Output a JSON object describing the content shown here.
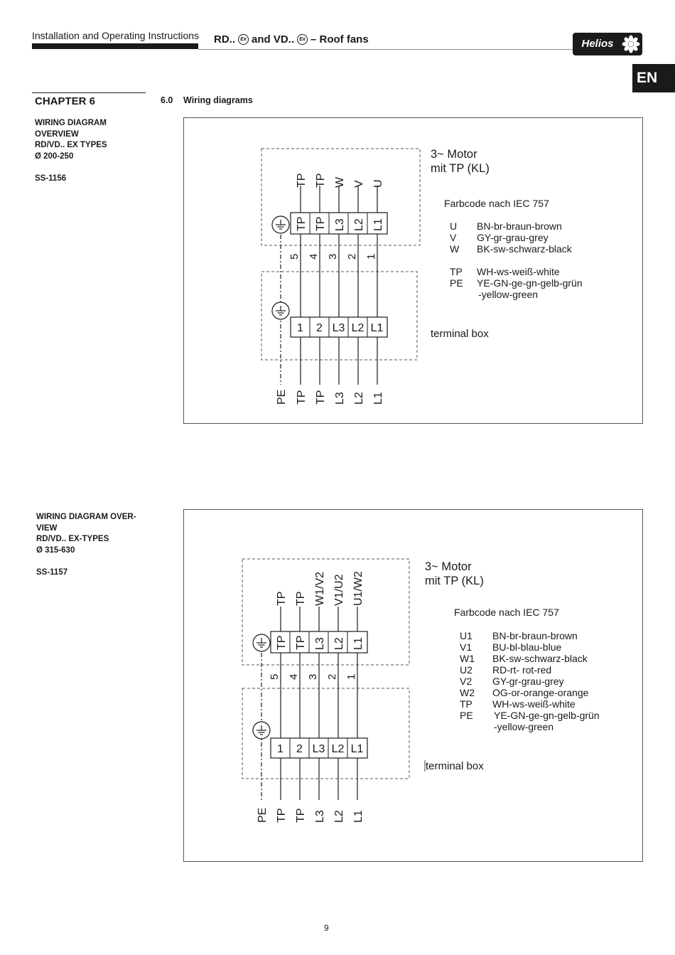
{
  "header": {
    "left_text": "Installation and Operating Instructions",
    "title_part1": "RD..",
    "title_part2": "and VD..",
    "title_part3": "– Roof fans",
    "ex_symbol": "Ex",
    "logo_text": "Helios",
    "language_tab": "EN"
  },
  "chapter": {
    "label": "CHAPTER 6",
    "section_number": "6.0",
    "section_title": "Wiring diagrams"
  },
  "diagrams": [
    {
      "side_lines": [
        "WIRING DIAGRAM",
        "OVERVIEW",
        "RD/VD.. EX TYPES",
        "Ø 200-250"
      ],
      "code": "SS-1156",
      "motor_title_1": "3~ Motor",
      "motor_title_2": "mit TP (KL)",
      "farbcode_title": "Farbcode nach IEC 757",
      "color_codes": [
        {
          "code": "U",
          "desc": "BN-br-braun-brown"
        },
        {
          "code": "V",
          "desc": "GY-gr-grau-grey"
        },
        {
          "code": "W",
          "desc": "BK-sw-schwarz-black"
        },
        {
          "code": "TP",
          "desc": "WH-ws-weiß-white"
        },
        {
          "code": "PE",
          "desc": "YE-GN-ge-gn-gelb-grün"
        },
        {
          "code": "",
          "desc": "-yellow-green"
        }
      ],
      "terminal_box_label": "terminal box",
      "motor_wire_labels": [
        "TP",
        "TP",
        "W",
        "V",
        "U"
      ],
      "motor_terminal_labels": [
        "TP",
        "TP",
        "L3",
        "L2",
        "L1"
      ],
      "wire_numbers": [
        "5",
        "4",
        "3",
        "2",
        "1"
      ],
      "box_terminal_labels": [
        "1",
        "2",
        "L3",
        "L2",
        "L1"
      ],
      "bottom_labels": [
        "PE",
        "TP",
        "TP",
        "L3",
        "L2",
        "L1"
      ]
    },
    {
      "side_lines": [
        "WIRING DIAGRAM OVER-",
        "VIEW",
        "RD/VD.. EX-TYPES",
        "Ø 315-630"
      ],
      "code": "SS-1157",
      "motor_title_1": "3~ Motor",
      "motor_title_2": "mit TP (KL)",
      "farbcode_title": "Farbcode nach IEC 757",
      "color_codes": [
        {
          "code": "U1",
          "desc": "BN-br-braun-brown"
        },
        {
          "code": "V1",
          "desc": "BU-bl-blau-blue"
        },
        {
          "code": "W1",
          "desc": "BK-sw-schwarz-black"
        },
        {
          "code": "U2",
          "desc": "RD-rt- rot-red"
        },
        {
          "code": "V2",
          "desc": "GY-gr-grau-grey"
        },
        {
          "code": "W2",
          "desc": "OG-or-orange-orange"
        },
        {
          "code": "TP",
          "desc": "WH-ws-weiß-white"
        },
        {
          "code": "PE",
          "desc": "YE-GN-ge-gn-gelb-grün"
        },
        {
          "code": "",
          "desc": "-yellow-green"
        }
      ],
      "terminal_box_label": "terminal box",
      "motor_wire_labels": [
        "TP",
        "TP",
        "W1/V2",
        "V1/U2",
        "U1/W2"
      ],
      "motor_terminal_labels": [
        "TP",
        "TP",
        "L3",
        "L2",
        "L1"
      ],
      "wire_numbers": [
        "5",
        "4",
        "3",
        "2",
        "1"
      ],
      "box_terminal_labels": [
        "1",
        "2",
        "L3",
        "L2",
        "L1"
      ],
      "bottom_labels": [
        "PE",
        "TP",
        "TP",
        "L3",
        "L2",
        "L1"
      ]
    }
  ],
  "page_number": "9"
}
